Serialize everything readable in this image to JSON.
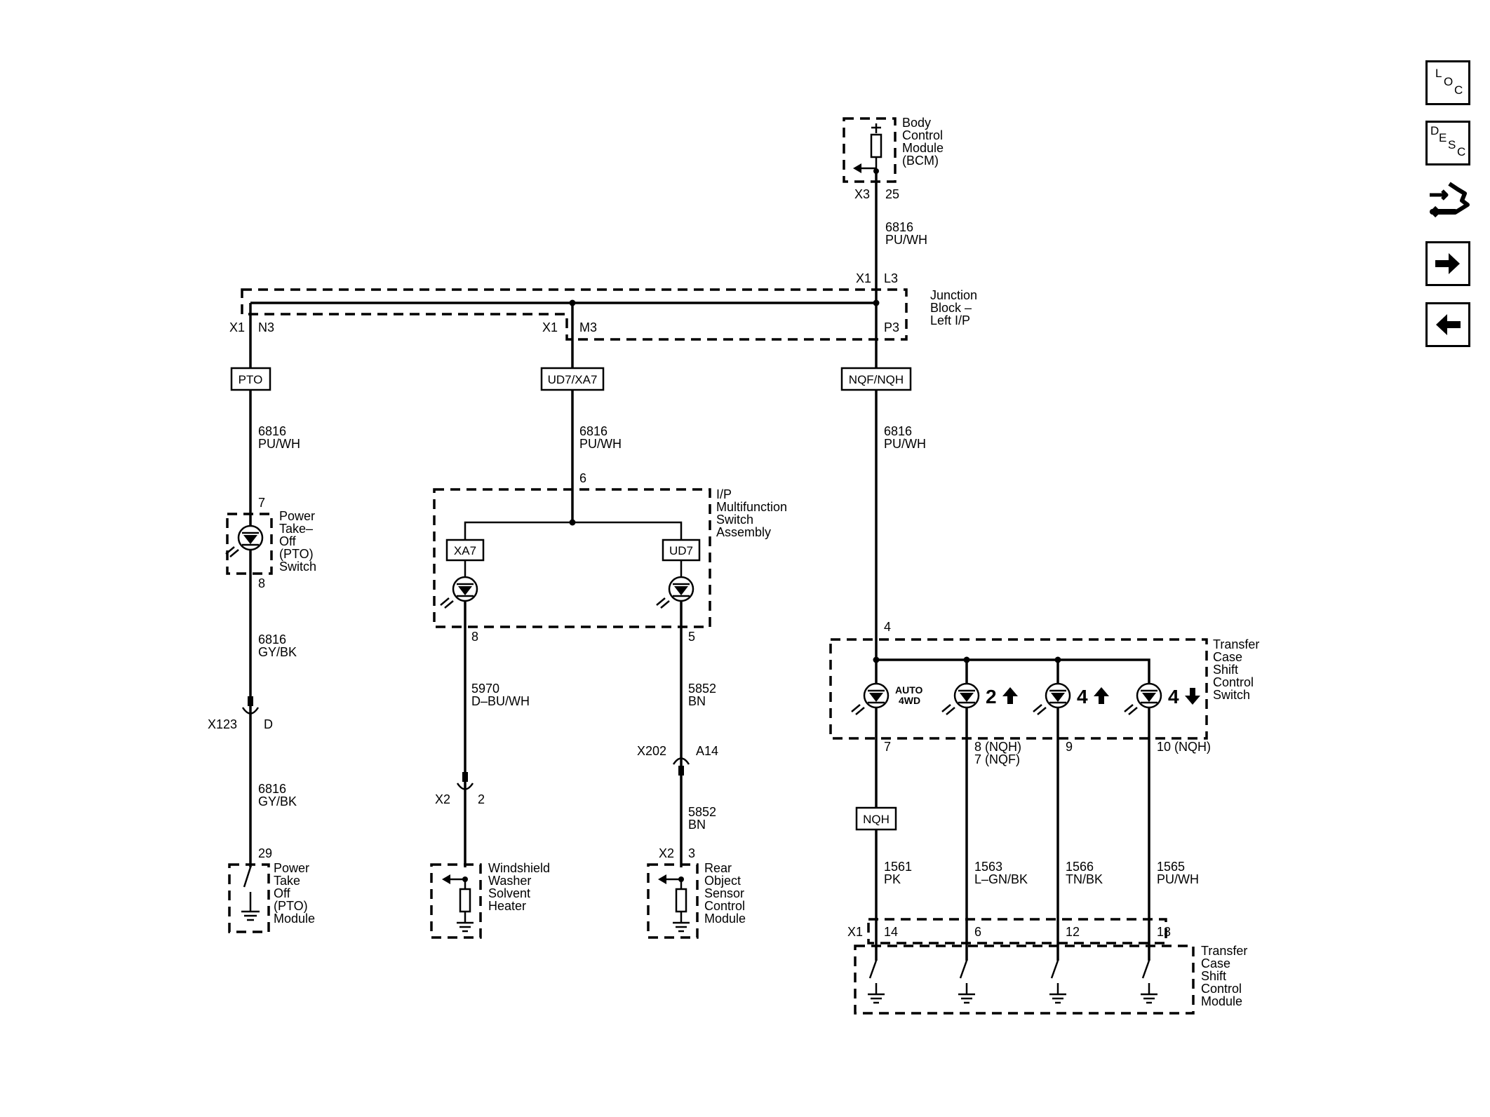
{
  "diagram": {
    "bcm": {
      "label": [
        "Body",
        "Control",
        "Module",
        "(BCM)"
      ],
      "connector": "X3",
      "pin": "25"
    },
    "wire_bcm": {
      "circuit": "6816",
      "color": "PU/WH"
    },
    "junction_block": {
      "label": [
        "Junction",
        "Block –",
        "Left I/P"
      ],
      "top_conn": "X1",
      "top_pin": "L3",
      "pins": [
        {
          "conn": "X1",
          "pin": "N3"
        },
        {
          "conn": "X1",
          "pin": "M3"
        },
        {
          "conn": "",
          "pin": "P3"
        }
      ]
    },
    "options": {
      "pto": "PTO",
      "ud7xa7": "UD7/XA7",
      "nqfnqh": "NQF/NQH",
      "xa7": "XA7",
      "ud7": "UD7",
      "nqh": "NQH"
    },
    "left_branch": {
      "wire1": {
        "circuit": "6816",
        "color": "PU/WH"
      },
      "switch": {
        "label": [
          "Power",
          "Take–",
          "Off",
          "(PTO)",
          "Switch"
        ],
        "pin_in": "7",
        "pin_out": "8"
      },
      "wire2": {
        "circuit": "6816",
        "color": "GY/BK"
      },
      "connector": {
        "name": "X123",
        "pin": "D"
      },
      "wire3": {
        "circuit": "6816",
        "color": "GY/BK"
      },
      "module": {
        "label": [
          "Power",
          "Take",
          "Off",
          "(PTO)",
          "Module"
        ],
        "pin": "29"
      }
    },
    "middle_branch": {
      "wire1": {
        "circuit": "6816",
        "color": "PU/WH"
      },
      "assembly": {
        "label": [
          "I/P",
          "Multifunction",
          "Switch",
          "Assembly"
        ],
        "pin_in": "6",
        "pin_left": "8",
        "pin_right": "5"
      },
      "wire_left": {
        "circuit": "5970",
        "color": "D–BU/WH"
      },
      "conn_left": {
        "name": "X2",
        "pin": "2"
      },
      "washer": {
        "label": [
          "Windshield",
          "Washer",
          "Solvent",
          "Heater"
        ]
      },
      "wire_right": {
        "circuit": "5852",
        "color": "BN"
      },
      "conn_right": {
        "name": "X202",
        "pin": "A14"
      },
      "wire_right2": {
        "circuit": "5852",
        "color": "BN"
      },
      "rear_module": {
        "label": [
          "Rear",
          "Object",
          "Sensor",
          "Control",
          "Module"
        ],
        "connector": "X2",
        "pin": "3"
      }
    },
    "right_branch": {
      "wire1": {
        "circuit": "6816",
        "color": "PU/WH"
      },
      "shift_switch": {
        "label": [
          "Transfer",
          "Case",
          "Shift",
          "Control",
          "Switch"
        ],
        "pin_in": "4",
        "lamps": [
          {
            "text1": "AUTO",
            "text2": "4WD"
          },
          {
            "text1": "2"
          },
          {
            "text1": "4"
          },
          {
            "text1": "4"
          }
        ],
        "pins_out": [
          "7",
          "8 (NQH)",
          "9",
          "10 (NQH)"
        ],
        "pin_alt": "7 (NQF)"
      },
      "wires": [
        {
          "circuit": "1561",
          "color": "PK"
        },
        {
          "circuit": "1563",
          "color": "L–GN/BK"
        },
        {
          "circuit": "1566",
          "color": "TN/BK"
        },
        {
          "circuit": "1565",
          "color": "PU/WH"
        }
      ],
      "module": {
        "label": [
          "Transfer",
          "Case",
          "Shift",
          "Control",
          "Module"
        ],
        "connector": "X1",
        "pins": [
          "14",
          "6",
          "12",
          "13"
        ]
      }
    }
  },
  "nav": {
    "loc_icon": "loc-icon",
    "desc_icon": "desc-icon",
    "tool_icon": "connector-tool-icon",
    "next_icon": "arrow-right-icon",
    "prev_icon": "arrow-left-icon"
  }
}
